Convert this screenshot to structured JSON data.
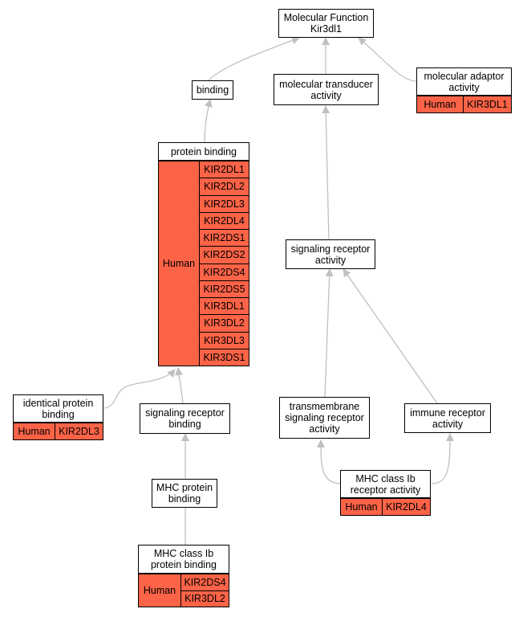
{
  "colors": {
    "annotation_fill": "#fd6347",
    "edge": "#c0c0c0",
    "border": "#000000"
  },
  "nodes": {
    "root": {
      "label": "Molecular Function\nKir3dl1"
    },
    "binding": {
      "label": "binding"
    },
    "transducer": {
      "label": "molecular transducer\nactivity"
    },
    "adaptor": {
      "label": "molecular adaptor\nactivity",
      "species": "Human",
      "genes": [
        "KIR3DL1"
      ]
    },
    "protein_binding": {
      "label": "protein binding",
      "species": "Human",
      "genes": [
        "KIR2DL1",
        "KIR2DL2",
        "KIR2DL3",
        "KIR2DL4",
        "KIR2DS1",
        "KIR2DS2",
        "KIR2DS4",
        "KIR2DS5",
        "KIR3DL1",
        "KIR3DL2",
        "KIR3DL3",
        "KIR3DS1"
      ]
    },
    "signaling_receptor_activity": {
      "label": "signaling receptor\nactivity"
    },
    "identical_protein_binding": {
      "label": "identical protein\nbinding",
      "species": "Human",
      "genes": [
        "KIR2DL3"
      ]
    },
    "signaling_receptor_binding": {
      "label": "signaling receptor\nbinding"
    },
    "transmembrane": {
      "label": "transmembrane\nsignaling receptor\nactivity"
    },
    "immune_receptor": {
      "label": "immune receptor\nactivity"
    },
    "mhc_protein_binding": {
      "label": "MHC protein\nbinding"
    },
    "mhc_ib_receptor": {
      "label": "MHC class Ib\nreceptor activity",
      "species": "Human",
      "genes": [
        "KIR2DL4"
      ]
    },
    "mhc_ib_protein_binding": {
      "label": "MHC class Ib\nprotein binding",
      "species": "Human",
      "genes": [
        "KIR2DS4",
        "KIR3DL2"
      ]
    }
  }
}
